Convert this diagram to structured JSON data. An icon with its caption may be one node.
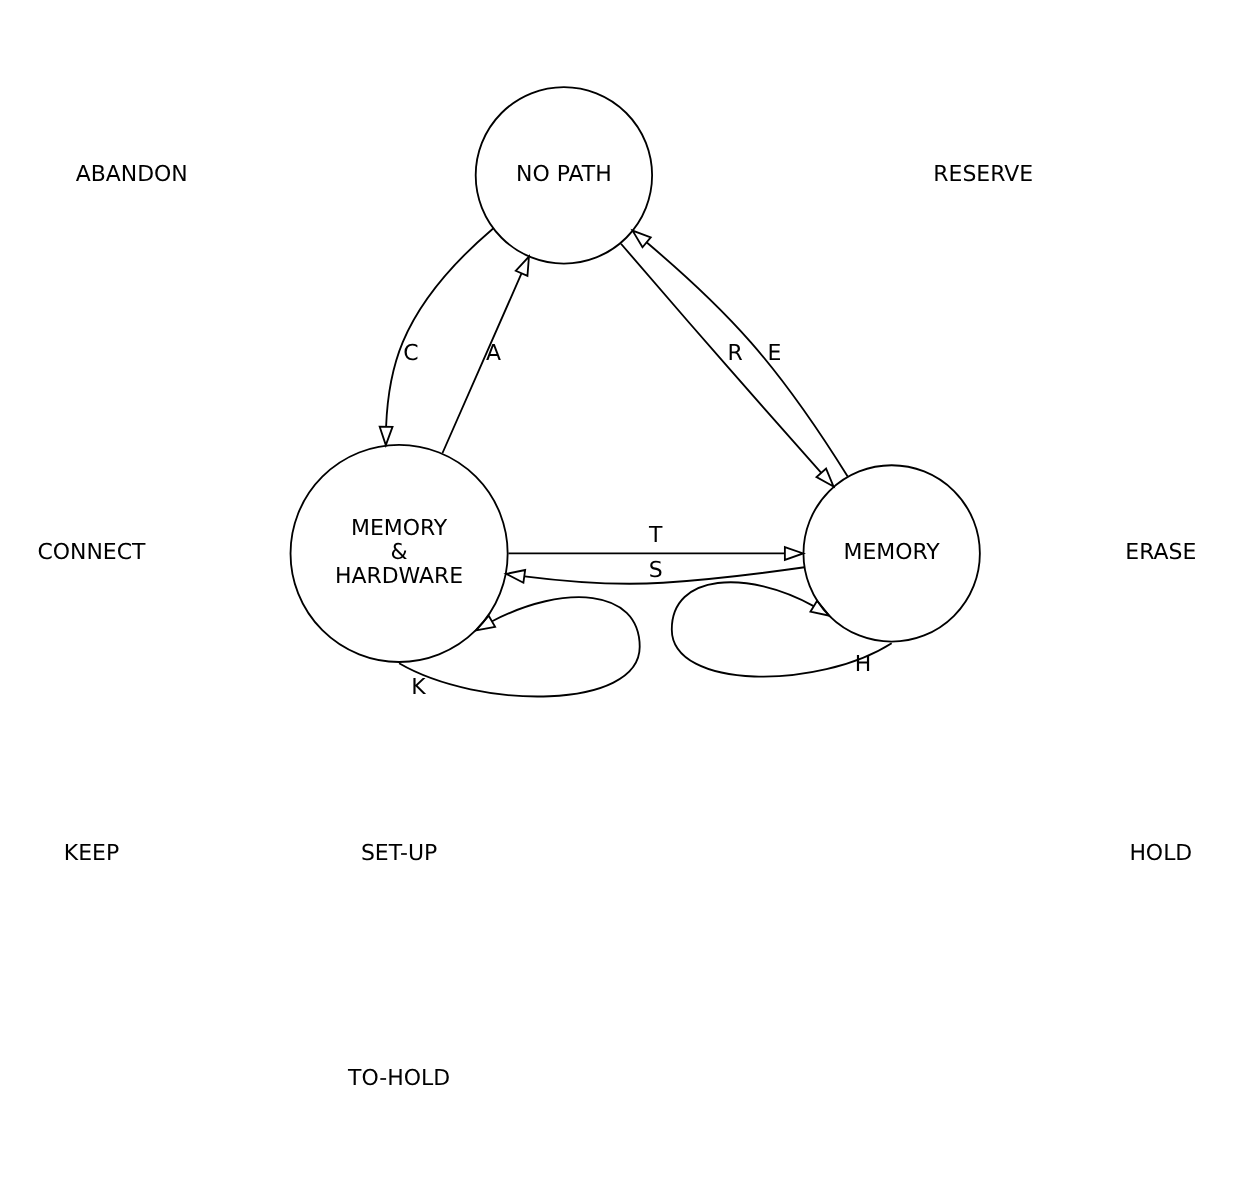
{
  "diagram": {
    "nodes": [
      {
        "text": [
          "NO PATH"
        ]
      },
      {
        "text": [
          "MEMORY & HARDWARE"
        ]
      },
      {
        "text": [
          "MEMORY"
        ]
      }
    ],
    "edges": [
      {
        "from": 0,
        "to": 1,
        "arrow": "to",
        "label": "C"
      },
      {
        "from": 1,
        "to": 0,
        "arrow": "to",
        "label": "A"
      },
      {
        "from": 0,
        "to": 2,
        "arrow": "to",
        "label": "R"
      },
      {
        "from": 2,
        "to": 0,
        "arrow": "to",
        "label": "E"
      },
      {
        "from": 1,
        "to": 2,
        "arrow": "to",
        "label": "T"
      },
      {
        "from": 2,
        "to": 1,
        "arrow": "to",
        "label": "S"
      },
      {
        "from": 1,
        "to": 1,
        "arrow": "to",
        "label": "K"
      },
      {
        "from": 2,
        "to": 2,
        "arrow": "to",
        "label": "H"
      }
    ],
    "labels": [
      "ABANDON",
      "CONNECT",
      "KEEP",
      "RESERVE",
      "ERASE",
      "HOLD",
      "SET-UP",
      "TO-HOLD"
    ]
  }
}
